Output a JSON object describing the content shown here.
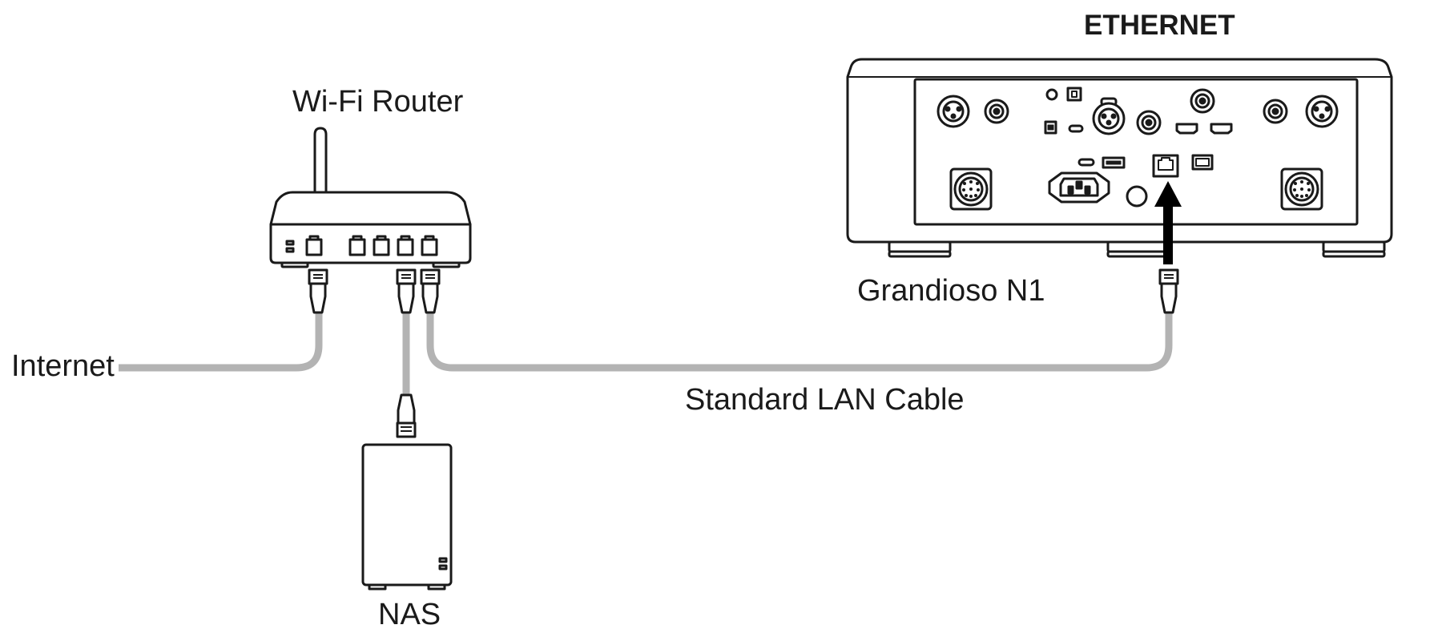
{
  "title": "ETHERNET",
  "labels": {
    "router": "Wi-Fi Router",
    "internet": "Internet",
    "nas": "NAS",
    "device": "Grandioso N1",
    "cable": "Standard LAN Cable"
  },
  "colors": {
    "cable": "#b3b3b3",
    "outline": "#1a1a1a",
    "fill": "#ffffff",
    "arrow": "#000000"
  }
}
